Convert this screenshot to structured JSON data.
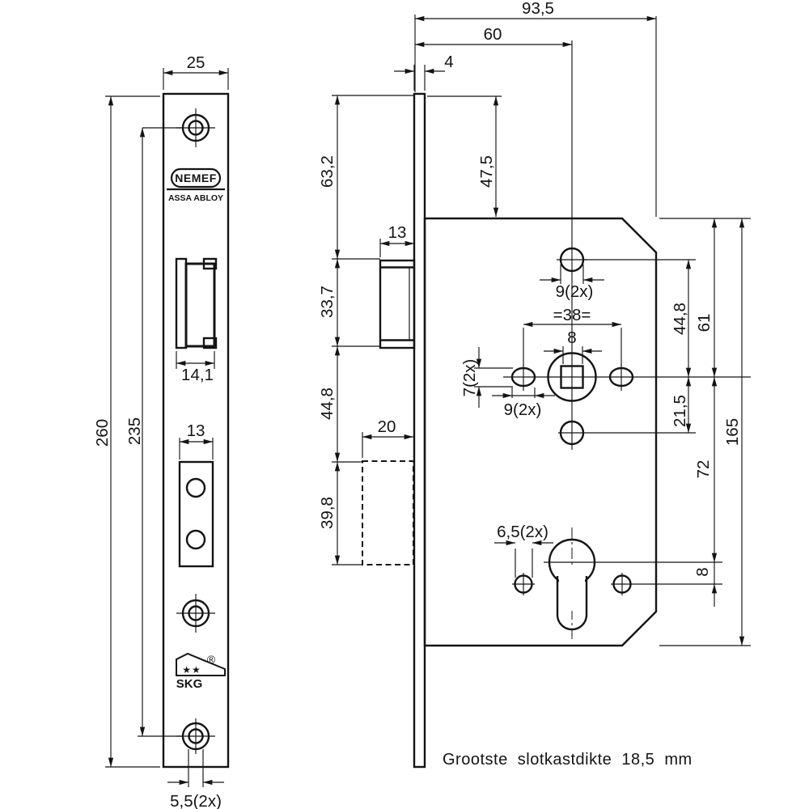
{
  "front_view": {
    "plate_width": "25",
    "plate_length": "260",
    "screw_distance": "235",
    "latch_width": "14,1",
    "bolt_width": "13",
    "screw_diameter": "5,5(2x)",
    "logo": {
      "brand": "NEMEF",
      "group": "ASSA ABLOY"
    },
    "cert": {
      "stars": "★★",
      "registered": "®",
      "name": "SKG"
    }
  },
  "side_view": {
    "total_depth": "93,5",
    "backset": "60",
    "plate_thickness": "4",
    "top_to_body": "47,5",
    "plate_to_latch": "63,2",
    "latch_height": "33,7",
    "latch_depth": "13",
    "latch_to_bolt": "44,8",
    "bolt_depth": "20",
    "bolt_height": "39,8",
    "hole_top": "9(2x)",
    "handle_spacing": "=38=",
    "spindle_square": "8",
    "oval_height": "7(2x)",
    "oval_width": "9(2x)",
    "hole_to_spindle": "44,8",
    "edge_to_spindle": "61",
    "spindle_to_hole": "21,5",
    "body_height": "165",
    "spindle_to_cylinder": "72",
    "cylinder_screw": "6,5(2x)",
    "cylinder_to_hole": "8"
  },
  "note": "Grootste slotkastdikte 18,5 mm"
}
